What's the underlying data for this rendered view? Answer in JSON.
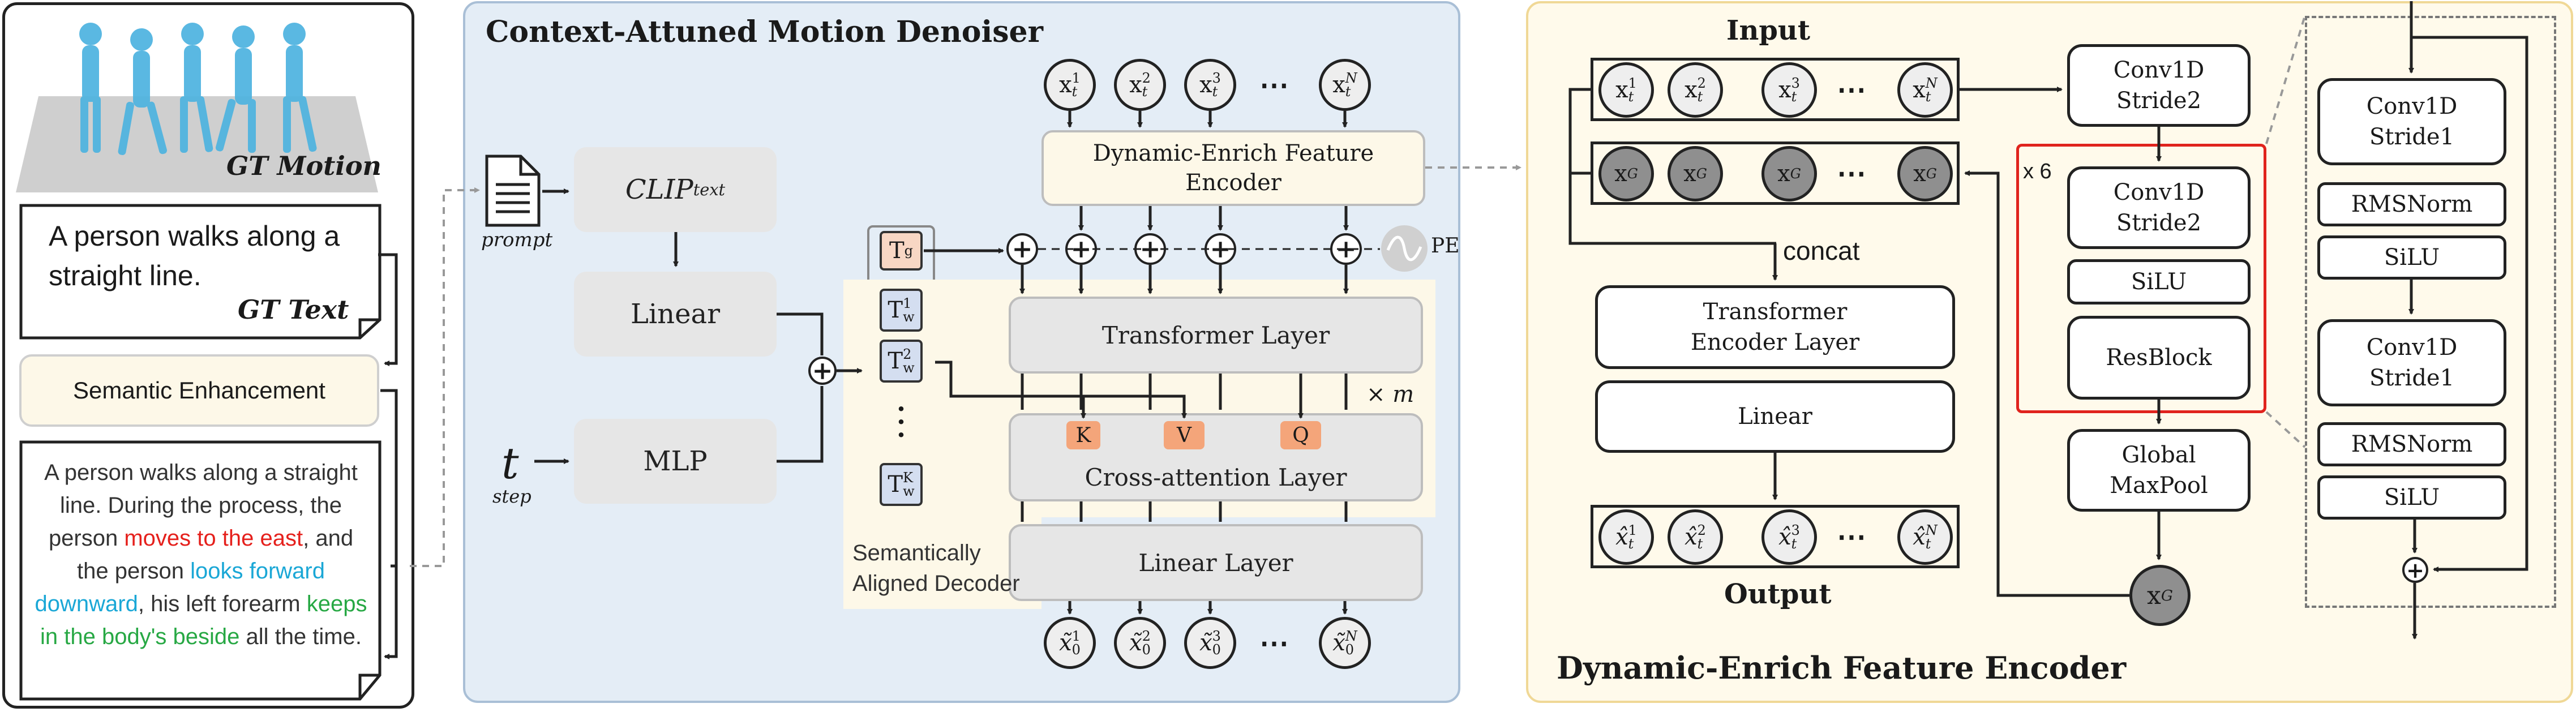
{
  "left": {
    "gt_motion_label": "GT Motion",
    "gt_text_body": "A person walks along a straight line.",
    "gt_text_label": "GT Text",
    "semantic_enhancement": "Semantic Enhancement",
    "enhanced_text": {
      "p1": "A person walks along a straight line. During the process, the person ",
      "red": "moves to the east",
      "p2": ", and the person ",
      "blue": "looks forward downward",
      "p3": ", his left forearm ",
      "green": "keeps in the body's beside",
      "p4": " all the time."
    },
    "colors": {
      "red": "#e5201c",
      "blue": "#1aa7d6",
      "green": "#27a844"
    }
  },
  "middle": {
    "title": "Context-Attuned Motion Denoiser",
    "prompt_label": "prompt",
    "clip_label": "CLIP",
    "clip_sub": "text",
    "linear_label": "Linear",
    "mlp_label": "MLP",
    "t_label": "t",
    "step_label": "step",
    "dynamic_encoder_label": "Dynamic-Enrich Feature Encoder",
    "transformer_label": "Transformer Layer",
    "cross_attention_label": "Cross-attention Layer",
    "linear_layer_label": "Linear Layer",
    "repeat_label": "× m",
    "pe_label": "PE",
    "k_label": "K",
    "v_label": "V",
    "q_label": "Q",
    "tg_label": "T",
    "tg_sub": "g",
    "tw_label": "T",
    "tw_sub": "w",
    "tw_sups": [
      "1",
      "2",
      "K"
    ],
    "aligned_decoder_label": "Semantically Aligned Decoder",
    "input_tokens": [
      {
        "base": "x",
        "sub": "t",
        "sup": "1"
      },
      {
        "base": "x",
        "sub": "t",
        "sup": "2"
      },
      {
        "base": "x",
        "sub": "t",
        "sup": "3"
      },
      {
        "base": "x",
        "sub": "t",
        "sup": "N"
      }
    ],
    "output_tokens": [
      {
        "base": "x̃",
        "sub": "0",
        "sup": "1"
      },
      {
        "base": "x̃",
        "sub": "0",
        "sup": "2"
      },
      {
        "base": "x̃",
        "sub": "0",
        "sup": "3"
      },
      {
        "base": "x̃",
        "sub": "0",
        "sup": "N"
      }
    ],
    "ellipsis": "⋯"
  },
  "right": {
    "title": "Dynamic-Enrich Feature Encoder",
    "input_label": "Input",
    "output_label": "Output",
    "concat_label": "concat",
    "transformer_label": "Transformer Encoder Layer",
    "linear_label": "Linear",
    "conv_s2a": "Conv1D Stride2",
    "conv_s2b": "Conv1D Stride2",
    "silu": "SiLU",
    "resblock": "ResBlock",
    "maxpool": "Global MaxPool",
    "times6": "x 6",
    "xg_label": "x",
    "xg_sub": "G",
    "res_conv1": "Conv1D Stride1",
    "res_norm1": "RMSNorm",
    "res_silu1": "SiLU",
    "res_conv2": "Conv1D Stride1",
    "res_norm2": "RMSNorm",
    "res_silu2": "SiLU",
    "input_tokens": [
      {
        "base": "x",
        "sub": "t",
        "sup": "1"
      },
      {
        "base": "x",
        "sub": "t",
        "sup": "2"
      },
      {
        "base": "x",
        "sub": "t",
        "sup": "3"
      },
      {
        "base": "x",
        "sub": "t",
        "sup": "N"
      }
    ],
    "output_tokens": [
      {
        "base": "x̂",
        "sub": "t",
        "sup": "1"
      },
      {
        "base": "x̂",
        "sub": "t",
        "sup": "2"
      },
      {
        "base": "x̂",
        "sub": "t",
        "sup": "3"
      },
      {
        "base": "x̂",
        "sub": "t",
        "sup": "N"
      }
    ],
    "ellipsis": "⋯"
  },
  "colors": {
    "mid_panel_bg": "#e4edf6",
    "mid_panel_border": "#a9bfd6",
    "right_panel_bg": "#fffaeb",
    "right_panel_border": "#f0d896",
    "cream": "#fdf8e8",
    "tg_fill": "#f8d7c4",
    "tw_fill": "#d4def0",
    "red_box": "#e0231d"
  }
}
